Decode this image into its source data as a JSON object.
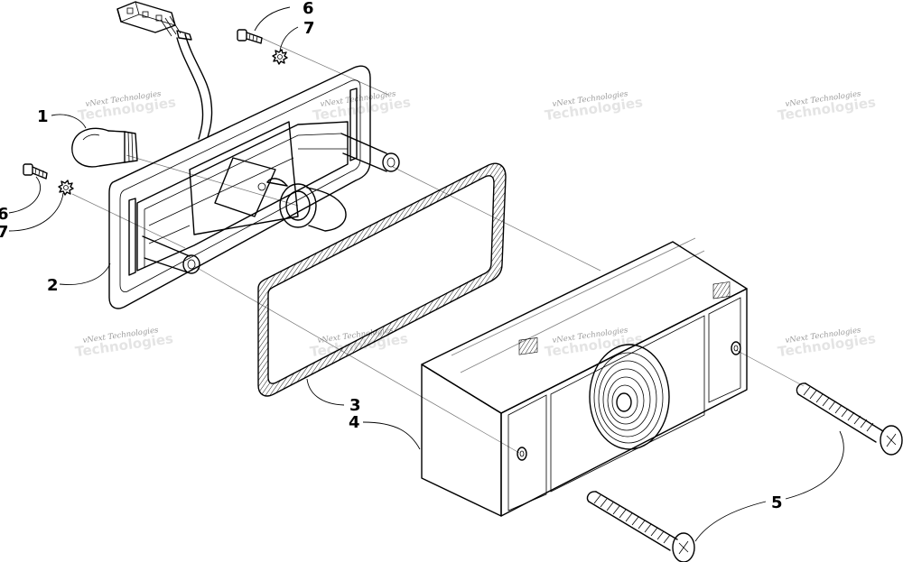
{
  "diagram": {
    "callouts": [
      {
        "id": "c1",
        "label": "1"
      },
      {
        "id": "c2",
        "label": "2"
      },
      {
        "id": "c3",
        "label": "3"
      },
      {
        "id": "c4",
        "label": "4"
      },
      {
        "id": "c5",
        "label": "5"
      },
      {
        "id": "c6a",
        "label": "6"
      },
      {
        "id": "c6b",
        "label": "6"
      },
      {
        "id": "c7a",
        "label": "7"
      },
      {
        "id": "c7b",
        "label": "7"
      }
    ],
    "watermark": "vNext Technologies",
    "line_color": "#000000",
    "watermark_color": "#9a9a9a"
  }
}
